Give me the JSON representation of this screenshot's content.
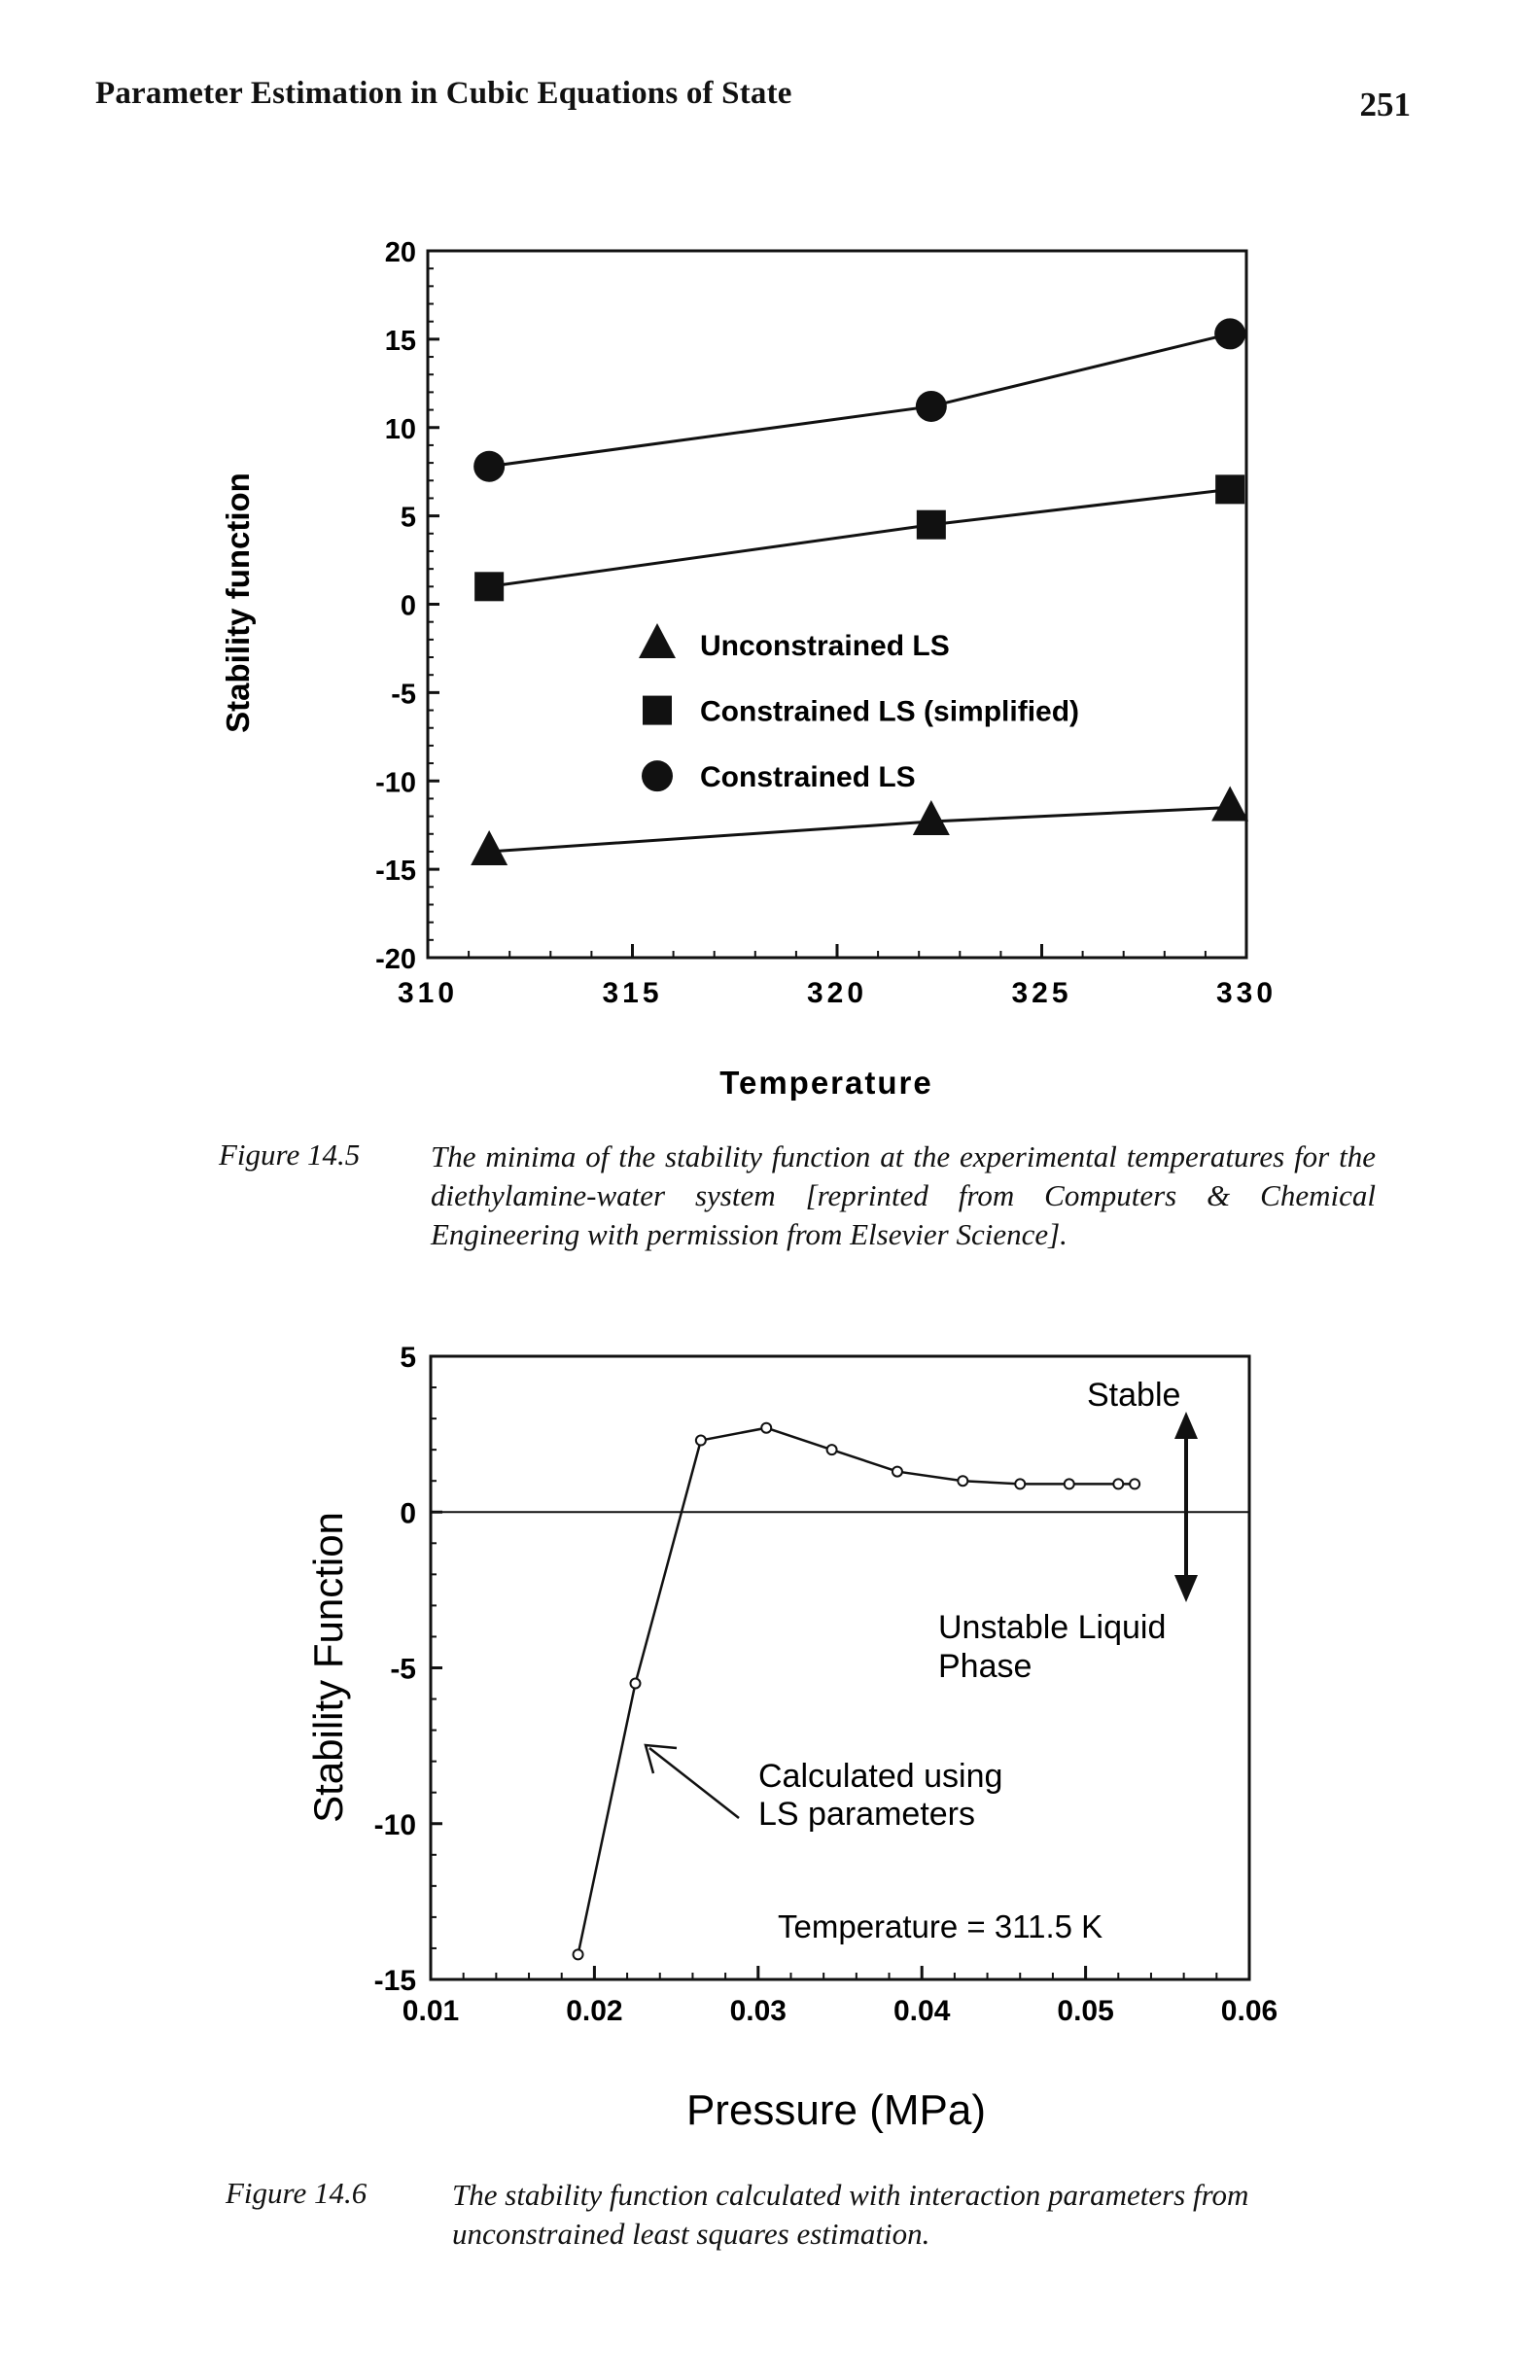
{
  "header": {
    "running_title": "Parameter Estimation in Cubic Equations of State",
    "page_number": "251"
  },
  "figures": [
    {
      "label": "Figure 14.5",
      "caption": "The minima of the stability function at the experimental temperatures for the diethylamine-water system [reprinted from Computers & Chemical Engineering with permission from Elsevier Science]."
    },
    {
      "label": "Figure 14.6",
      "caption": "The stability function calculated with interaction parameters from unconstrained least squares estimation."
    }
  ],
  "chart_data": [
    {
      "type": "line",
      "xlabel": "Temperature",
      "ylabel": "Stability function",
      "xlim": [
        310,
        330
      ],
      "ylim": [
        -20,
        20
      ],
      "x_ticks": [
        "310",
        "315",
        "320",
        "325",
        "330"
      ],
      "y_ticks": [
        "20",
        "15",
        "10",
        "5",
        "0",
        "-5",
        "-10",
        "-15",
        "-20"
      ],
      "legend_position": "center",
      "x": [
        311.5,
        322.3,
        329.6
      ],
      "series": [
        {
          "name": "Unconstrained LS",
          "marker": "triangle",
          "values": [
            -14,
            -12.3,
            -11.5
          ]
        },
        {
          "name": "Constrained LS (simplified)",
          "marker": "square",
          "values": [
            1,
            4.5,
            6.5
          ]
        },
        {
          "name": "Constrained LS",
          "marker": "circle",
          "values": [
            7.8,
            11.2,
            15.3
          ]
        }
      ]
    },
    {
      "type": "line",
      "xlabel": "Pressure (MPa)",
      "ylabel": "Stability Function",
      "xlim": [
        0.01,
        0.06
      ],
      "ylim": [
        -15,
        5
      ],
      "x_ticks": [
        "0.01",
        "0.02",
        "0.03",
        "0.04",
        "0.05",
        "0.06"
      ],
      "y_ticks": [
        "5",
        "0",
        "-5",
        "-10",
        "-15"
      ],
      "series": [
        {
          "name": "",
          "x": [
            0.019,
            0.0225,
            0.0265,
            0.0305,
            0.0345,
            0.0385,
            0.0425,
            0.046,
            0.049,
            0.052,
            0.053
          ],
          "values": [
            -14.2,
            -5.5,
            2.3,
            2.7,
            2.0,
            1.3,
            1.0,
            0.9,
            0.9,
            0.9,
            0.9
          ]
        }
      ],
      "annotations": {
        "stable": "Stable",
        "unstable": "Unstable Liquid Phase",
        "calculated_line1": "Calculated using",
        "calculated_line2": "LS parameters",
        "temperature": "Temperature = 311.5 K"
      }
    }
  ]
}
